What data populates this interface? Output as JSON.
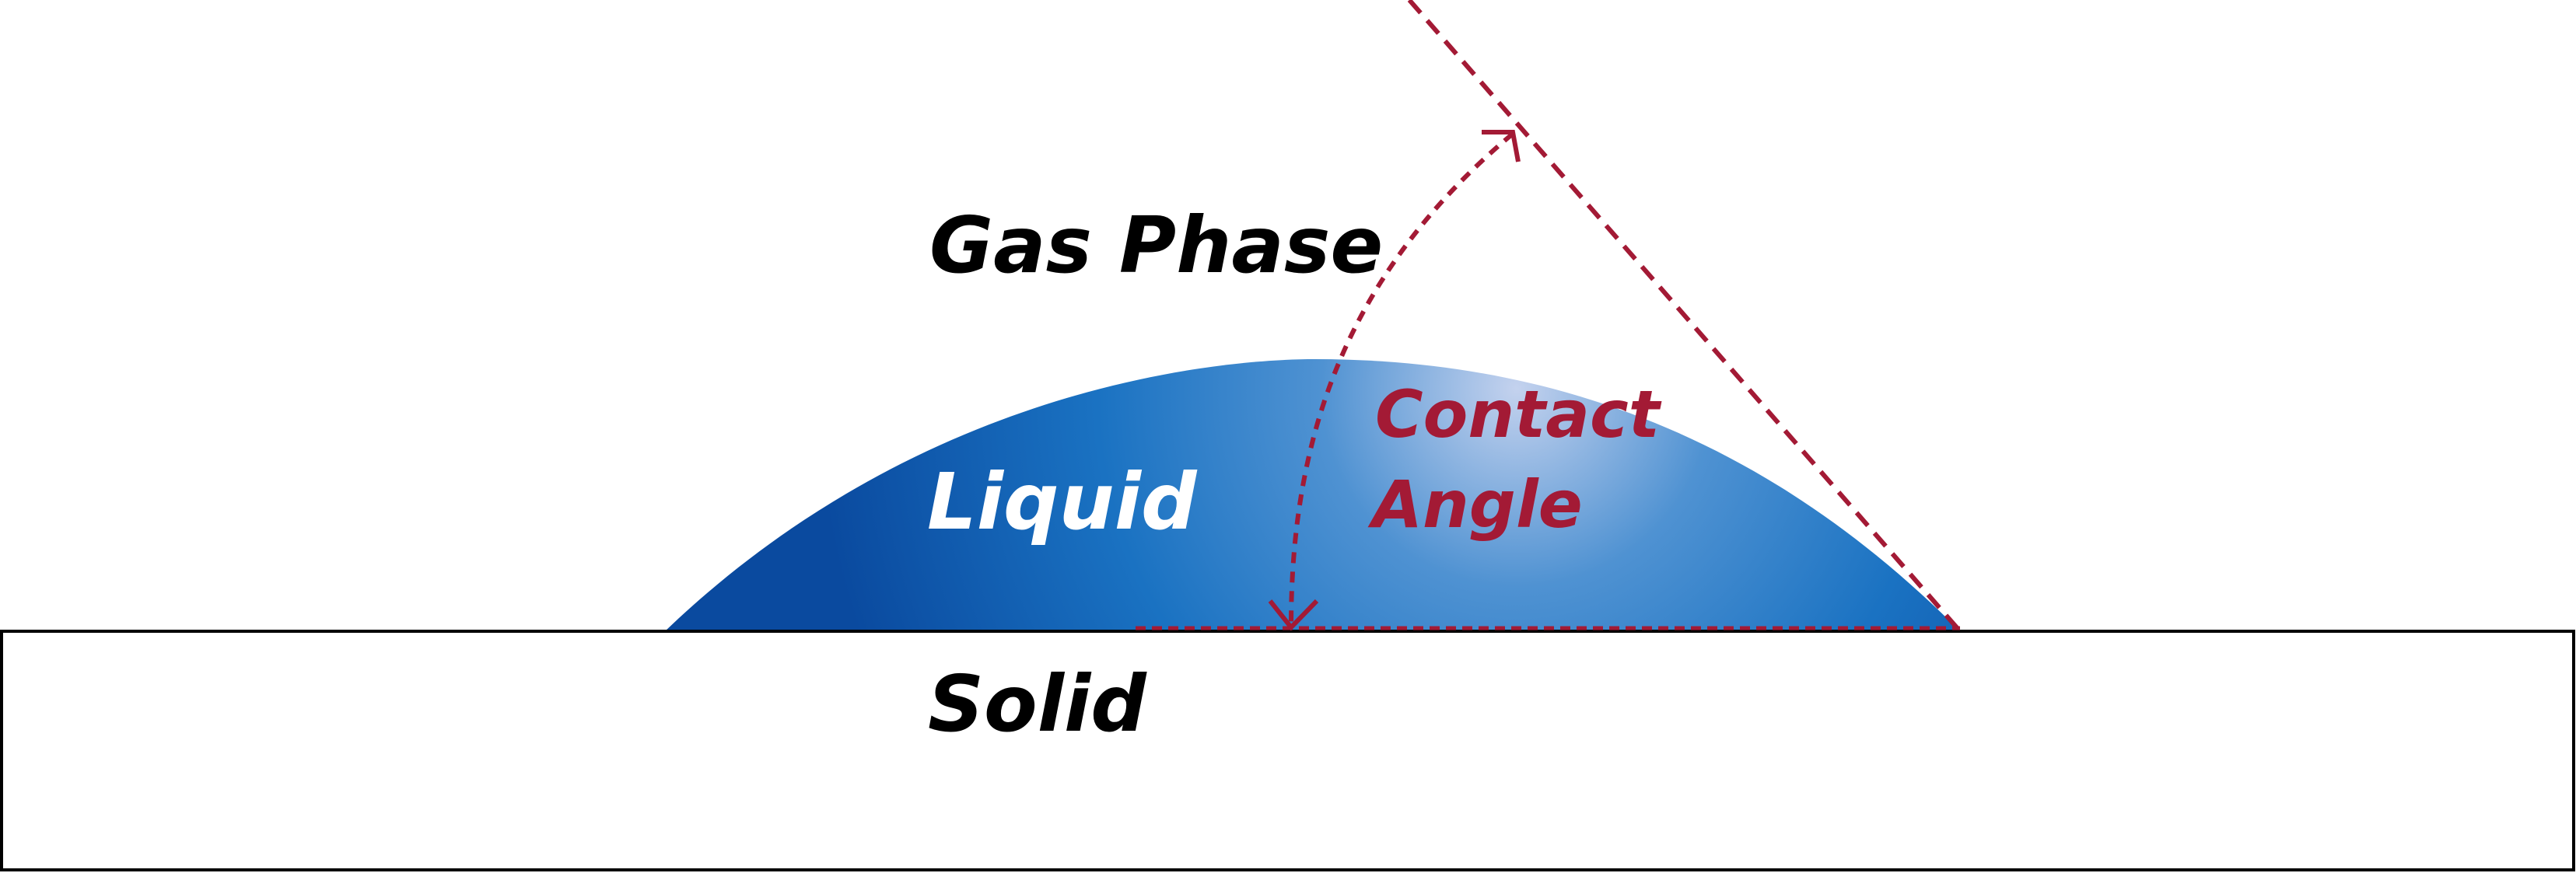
{
  "labels": {
    "gas": "Gas Phase",
    "liquid": "Liquid",
    "solid": "Solid",
    "angle_line1": "Contact",
    "angle_line2": "Angle"
  },
  "colors": {
    "accent": "#a31a35",
    "liquid_dark": "#0a4fa3",
    "liquid_mid": "#1878c6",
    "liquid_light": "#b8c8e8",
    "solid_fill": "#ffffff",
    "outline": "#000000",
    "text_dark": "#000000",
    "text_light": "#ffffff"
  }
}
